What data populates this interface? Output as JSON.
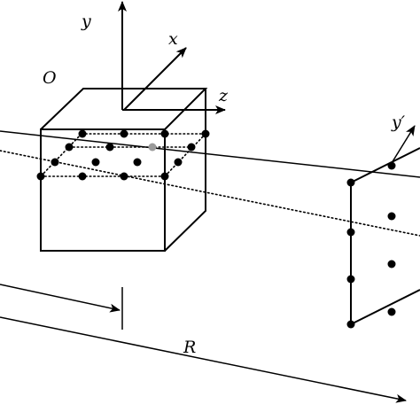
{
  "labels": {
    "y": "y",
    "x": "x",
    "z": "z",
    "origin": "O",
    "y_prime": "y′",
    "distance": "R"
  },
  "colors": {
    "ink": "#000000",
    "highlight_dot": "#9a9a9a",
    "background": "#ffffff"
  }
}
